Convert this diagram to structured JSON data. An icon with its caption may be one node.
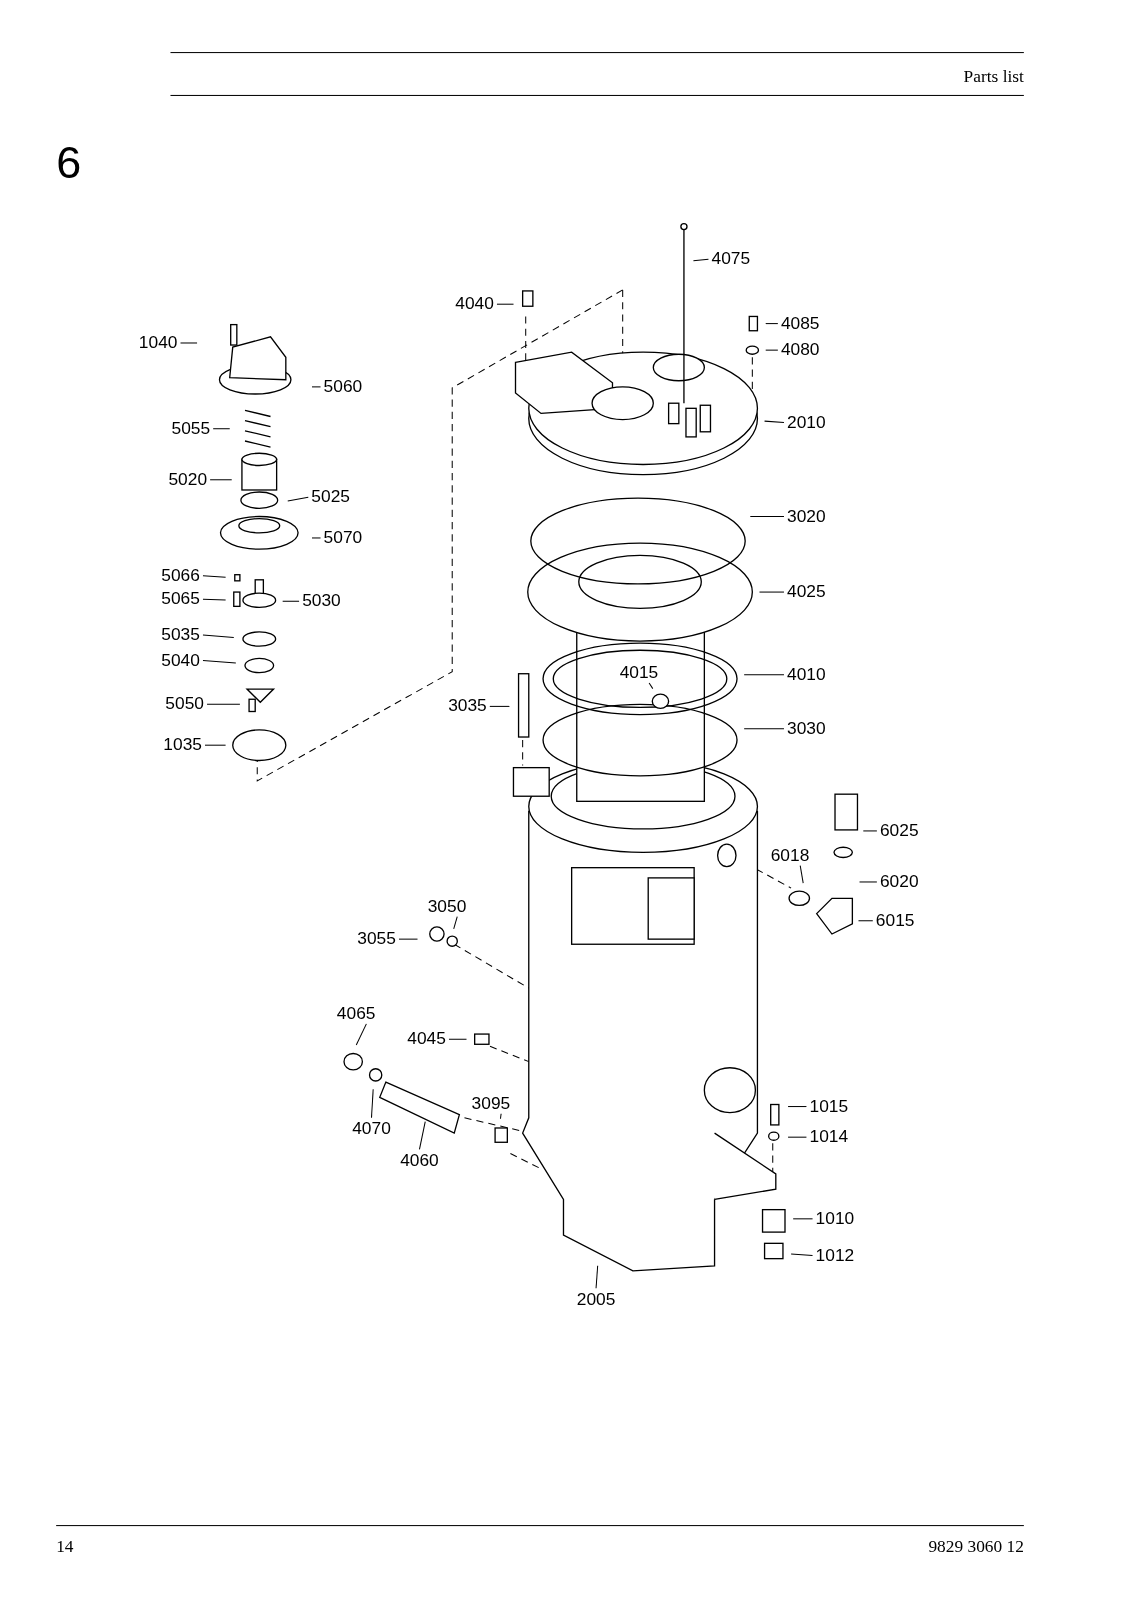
{
  "diagram": {
    "title": "6",
    "nodes": [
      {
        "text": [
          "4075"
        ]
      },
      {
        "text": [
          "4040"
        ]
      },
      {
        "text": [
          "4085"
        ]
      },
      {
        "text": [
          "1040"
        ]
      },
      {
        "text": [
          "4080"
        ]
      },
      {
        "text": [
          "5060"
        ]
      },
      {
        "text": [
          "2010"
        ]
      },
      {
        "text": [
          "5055"
        ]
      },
      {
        "text": [
          "5020"
        ]
      },
      {
        "text": [
          "5025"
        ]
      },
      {
        "text": [
          "3020"
        ]
      },
      {
        "text": [
          "5070"
        ]
      },
      {
        "text": [
          "5066"
        ]
      },
      {
        "text": [
          "4025"
        ]
      },
      {
        "text": [
          "5065"
        ]
      },
      {
        "text": [
          "5030"
        ]
      },
      {
        "text": [
          "5035"
        ]
      },
      {
        "text": [
          "5040"
        ]
      },
      {
        "text": [
          "4015"
        ]
      },
      {
        "text": [
          "4010"
        ]
      },
      {
        "text": [
          "5050"
        ]
      },
      {
        "text": [
          "3035"
        ]
      },
      {
        "text": [
          "3030"
        ]
      },
      {
        "text": [
          "1035"
        ]
      },
      {
        "text": [
          "6025"
        ]
      },
      {
        "text": [
          "6018"
        ]
      },
      {
        "text": [
          "6020"
        ]
      },
      {
        "text": [
          "3050"
        ]
      },
      {
        "text": [
          "6015"
        ]
      },
      {
        "text": [
          "3055"
        ]
      },
      {
        "text": [
          "4065"
        ]
      },
      {
        "text": [
          "4045"
        ]
      },
      {
        "text": [
          "3095"
        ]
      },
      {
        "text": [
          "1015"
        ]
      },
      {
        "text": [
          "4070"
        ]
      },
      {
        "text": [
          "1014"
        ]
      },
      {
        "text": [
          "4060"
        ]
      },
      {
        "text": [
          "1010"
        ]
      },
      {
        "text": [
          "1012"
        ]
      },
      {
        "text": [
          "2005"
        ]
      }
    ],
    "edges": [
      {
        "from": 0,
        "to": null,
        "arrow": "none"
      },
      {
        "from": 1,
        "to": null,
        "arrow": "none"
      },
      {
        "from": 2,
        "to": null,
        "arrow": "none"
      },
      {
        "from": 3,
        "to": null,
        "arrow": "none"
      },
      {
        "from": 4,
        "to": null,
        "arrow": "none"
      },
      {
        "from": 5,
        "to": null,
        "arrow": "none"
      },
      {
        "from": 6,
        "to": null,
        "arrow": "none"
      },
      {
        "from": 7,
        "to": null,
        "arrow": "none"
      },
      {
        "from": 8,
        "to": null,
        "arrow": "none"
      },
      {
        "from": 9,
        "to": null,
        "arrow": "none"
      },
      {
        "from": 10,
        "to": null,
        "arrow": "none"
      },
      {
        "from": 11,
        "to": null,
        "arrow": "none"
      },
      {
        "from": 12,
        "to": null,
        "arrow": "none"
      },
      {
        "from": 13,
        "to": null,
        "arrow": "none"
      },
      {
        "from": 14,
        "to": null,
        "arrow": "none"
      },
      {
        "from": 15,
        "to": null,
        "arrow": "none"
      },
      {
        "from": 16,
        "to": null,
        "arrow": "none"
      },
      {
        "from": 17,
        "to": null,
        "arrow": "none"
      },
      {
        "from": 18,
        "to": null,
        "arrow": "none"
      },
      {
        "from": 19,
        "to": null,
        "arrow": "none"
      },
      {
        "from": 20,
        "to": null,
        "arrow": "none"
      },
      {
        "from": 21,
        "to": null,
        "arrow": "none"
      },
      {
        "from": 22,
        "to": null,
        "arrow": "none"
      },
      {
        "from": 23,
        "to": null,
        "arrow": "none"
      },
      {
        "from": 24,
        "to": null,
        "arrow": "none"
      },
      {
        "from": 25,
        "to": null,
        "arrow": "none"
      },
      {
        "from": 26,
        "to": null,
        "arrow": "none"
      },
      {
        "from": 27,
        "to": null,
        "arrow": "none"
      },
      {
        "from": 28,
        "to": null,
        "arrow": "none"
      },
      {
        "from": 29,
        "to": null,
        "arrow": "none"
      },
      {
        "from": 30,
        "to": null,
        "arrow": "none"
      },
      {
        "from": 31,
        "to": null,
        "arrow": "none"
      },
      {
        "from": 32,
        "to": null,
        "arrow": "none"
      },
      {
        "from": 33,
        "to": null,
        "arrow": "none"
      },
      {
        "from": 34,
        "to": null,
        "arrow": "none"
      },
      {
        "from": 35,
        "to": null,
        "arrow": "none"
      },
      {
        "from": 36,
        "to": null,
        "arrow": "none"
      },
      {
        "from": 37,
        "to": null,
        "arrow": "none"
      },
      {
        "from": 38,
        "to": null,
        "arrow": "none"
      },
      {
        "from": 39,
        "to": null,
        "arrow": "none"
      }
    ],
    "labels": [
      "Parts list",
      "14",
      "9829 3060 12"
    ]
  }
}
